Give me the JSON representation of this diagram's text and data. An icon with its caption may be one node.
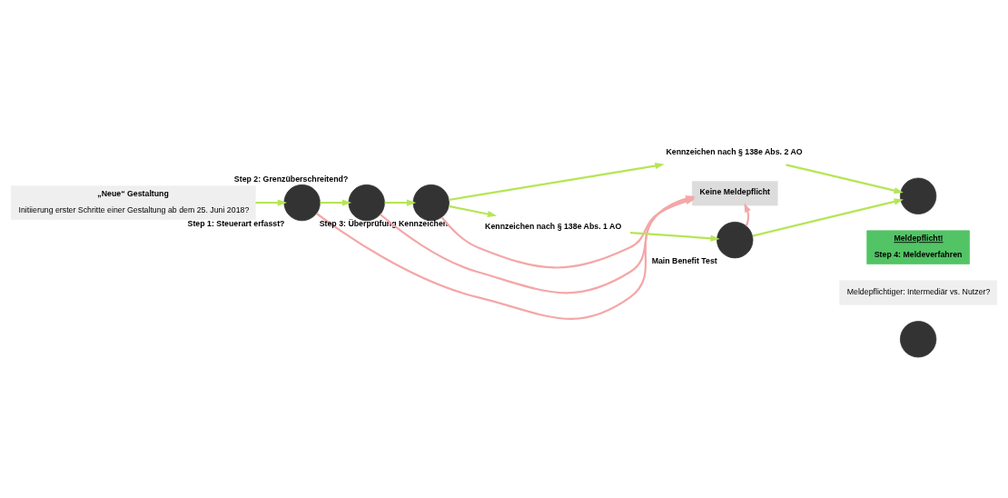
{
  "diagram": {
    "nodes": [
      {
        "text": [
          "„Neue“ Gestaltung",
          "Initiierung erster Schritte einer Gestaltung ab dem 25. Juni 2018?"
        ]
      },
      {
        "text": [],
        "shape": "circle",
        "beside": [
          "Step 1: Steuerart erfasst?"
        ]
      },
      {
        "text": [],
        "shape": "circle",
        "beside": [
          "Step 2: Grenzüberschreitend?"
        ]
      },
      {
        "text": [],
        "shape": "circle",
        "beside": [
          "Step 3: Überprüfung Kennzeichen"
        ]
      },
      {
        "text": [
          "Kennzeichen nach § 138e Abs. 1 AO"
        ]
      },
      {
        "text": [
          "Kennzeichen nach § 138e Abs. 2 AO"
        ]
      },
      {
        "text": [],
        "shape": "circle",
        "beside": [
          "Main Benefit Test"
        ]
      },
      {
        "text": [
          "Keine Meldepflicht"
        ]
      },
      {
        "text": [],
        "shape": "circle"
      },
      {
        "text": [
          "Meldepflicht!",
          "Step 4: Meldeverfahren"
        ]
      },
      {
        "text": [
          "Meldepflichtiger: Intermediär vs. Nutzer?"
        ]
      },
      {
        "text": [],
        "shape": "circle"
      }
    ],
    "edges": [
      {
        "from": 0,
        "to": 1,
        "arrow": "to"
      },
      {
        "from": 1,
        "to": 2,
        "arrow": "to"
      },
      {
        "from": 2,
        "to": 3,
        "arrow": "to"
      },
      {
        "from": 3,
        "to": 4,
        "arrow": "to"
      },
      {
        "from": 3,
        "to": 5,
        "arrow": "to"
      },
      {
        "from": 4,
        "to": 6,
        "arrow": "to"
      },
      {
        "from": 6,
        "to": 8,
        "arrow": "to"
      },
      {
        "from": 5,
        "to": 8,
        "arrow": "to"
      },
      {
        "from": 1,
        "to": 7,
        "arrow": "to",
        "color": "#f4a7a7"
      },
      {
        "from": 2,
        "to": 7,
        "arrow": "to",
        "color": "#f4a7a7"
      },
      {
        "from": 3,
        "to": 7,
        "arrow": "to",
        "color": "#f4a7a7"
      },
      {
        "from": 6,
        "to": 7,
        "arrow": "to",
        "color": "#f4a7a7"
      }
    ]
  }
}
